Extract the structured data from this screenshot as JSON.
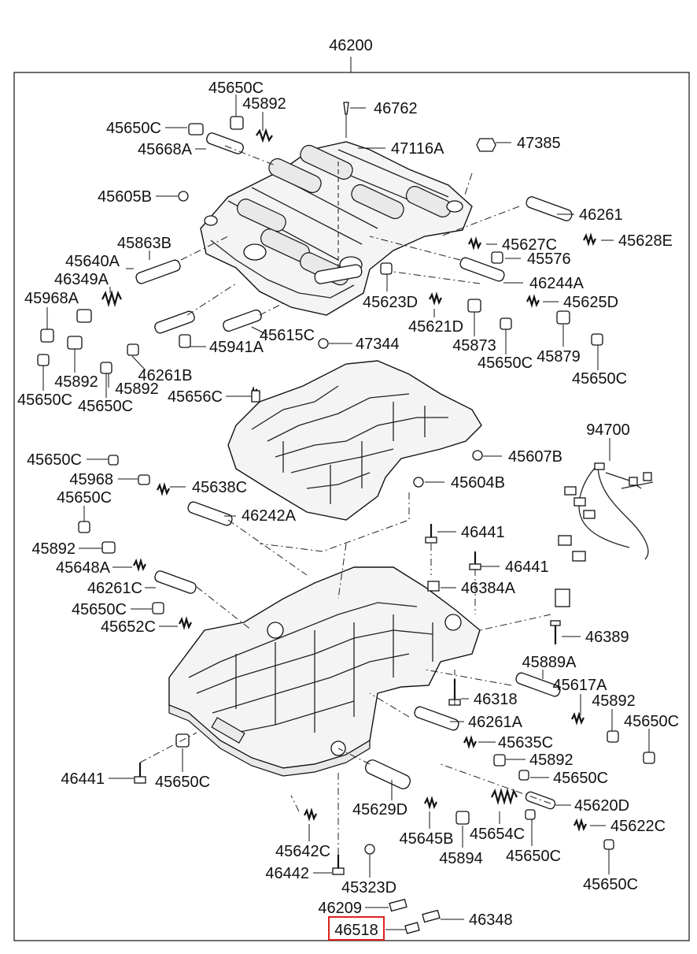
{
  "assembly_number": "46200",
  "highlighted_part": "46518",
  "highlight_color": "#e02020",
  "labels": [
    "45650C",
    "45892",
    "46762",
    "45650C",
    "45668A",
    "47116A",
    "47385",
    "45605B",
    "46261",
    "45863B",
    "45627C",
    "45628E",
    "45640A",
    "45576",
    "46349A",
    "46244A",
    "45968A",
    "45623D",
    "45625D",
    "45621D",
    "45615C",
    "47344",
    "45941A",
    "45873",
    "45879",
    "45892",
    "46261B",
    "45650C",
    "45650C",
    "45892",
    "45650C",
    "45656C",
    "45650C",
    "94700",
    "45650C",
    "45607B",
    "45968",
    "45604B",
    "45638C",
    "45650C",
    "46242A",
    "46441",
    "45892",
    "46441",
    "45648A",
    "46384A",
    "46261C",
    "45650C",
    "46389",
    "45652C",
    "45889A",
    "45617A",
    "46318",
    "45892",
    "45650C",
    "46261A",
    "45635C",
    "46441",
    "45650C",
    "45892",
    "45650C",
    "45629D",
    "45620D",
    "45645B",
    "45654C",
    "45622C",
    "45642C",
    "45894",
    "45650C",
    "46442",
    "45323D",
    "45650C",
    "46209",
    "46348",
    "46518"
  ]
}
